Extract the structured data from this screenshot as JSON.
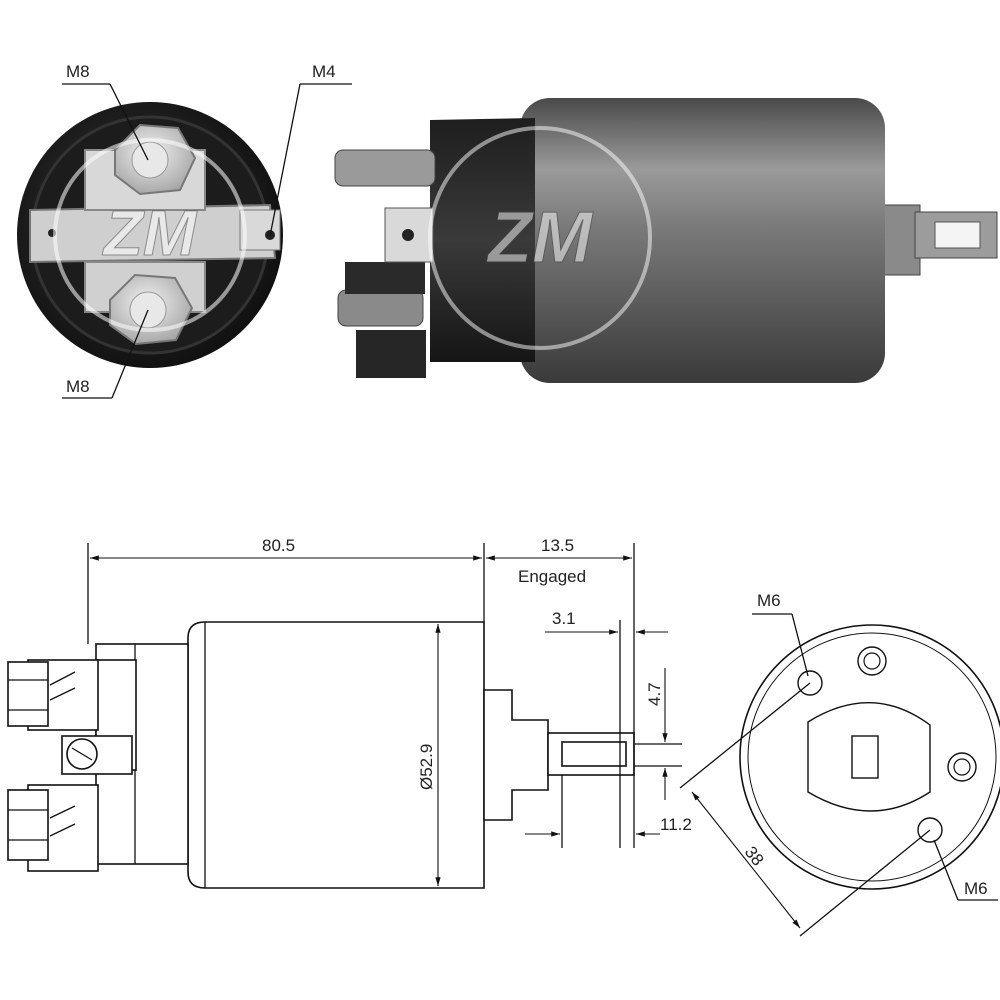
{
  "photo_front_labels": {
    "top_left_terminal": "M8",
    "right_terminal": "M4",
    "bottom_terminal": "M8"
  },
  "drawing_dimensions": {
    "body_length": "80.5",
    "plunger_travel": "13.5",
    "plunger_state": "Engaged",
    "plunger_slot_offset": "3.1",
    "plunger_slot_width": "4.7",
    "plunger_length": "11.2",
    "body_diameter": "Ø52.9",
    "mount_spacing": "38",
    "mount_hole_top": "M6",
    "mount_hole_bottom": "M6"
  },
  "watermark_logo": "ZM",
  "colors": {
    "photo_body": "#6a6a6a",
    "photo_dark": "#2a2a2a",
    "line": "#111111"
  }
}
